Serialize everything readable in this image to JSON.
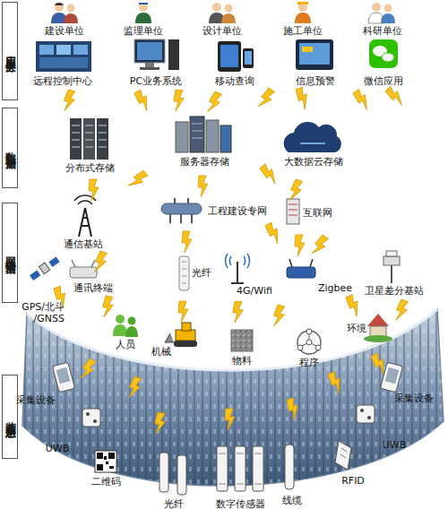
{
  "diagram": {
    "nodes": [
      {
        "text": [
          "应用服务层"
        ]
      },
      {
        "text": [
          "数据存储层"
        ]
      },
      {
        "text": [
          "网络传输层"
        ]
      },
      {
        "text": [
          "监测信息层"
        ]
      }
    ],
    "labels": [
      "建设单位",
      "监理单位",
      "设计单位",
      "施工单位",
      "科研单位",
      "远程控制中心",
      "PC业务系统",
      "移动查询",
      "信息预警",
      "微信应用",
      "分布式存储",
      "服务器存储",
      "大数据云存储",
      "工程建设专网",
      "互联网",
      "通信基站",
      "通讯终端",
      "光纤",
      "4G/Wifi",
      "Zigbee",
      "卫星差分基站",
      "GPS/北斗 /GNSS",
      "人员",
      "环境",
      "机械",
      "物料",
      "程序",
      "采集设备",
      "采集设备",
      "UWB",
      "UWB",
      "二维码",
      "RFID",
      "光纤",
      "数字传感器",
      "线缆"
    ]
  }
}
